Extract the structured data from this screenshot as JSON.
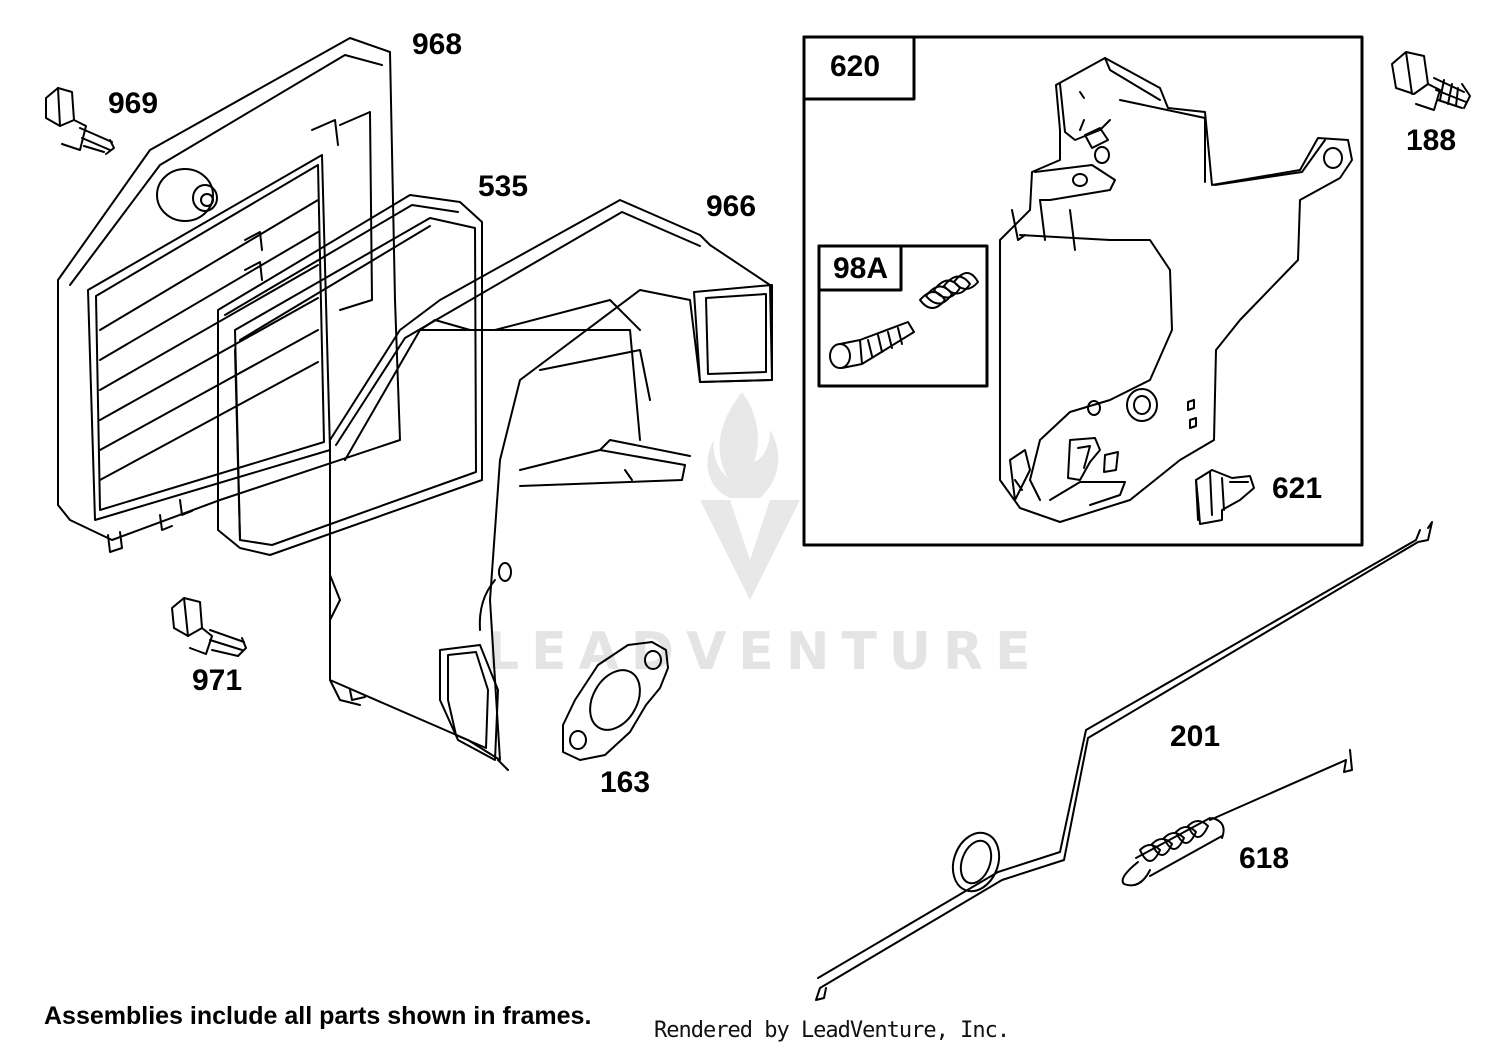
{
  "callouts": {
    "p968": "968",
    "p969": "969",
    "p535": "535",
    "p966": "966",
    "p971": "971",
    "p163": "163",
    "p620": "620",
    "p98a": "98A",
    "p188": "188",
    "p621": "621",
    "p201": "201",
    "p618": "618"
  },
  "footer": {
    "note": "Assemblies include all parts shown in frames.",
    "rendered_by": "Rendered by LeadVenture, Inc."
  },
  "watermark": {
    "text": "LEADVENTURE"
  },
  "colors": {
    "line": "#000000",
    "watermark": "#e4e4e4"
  }
}
